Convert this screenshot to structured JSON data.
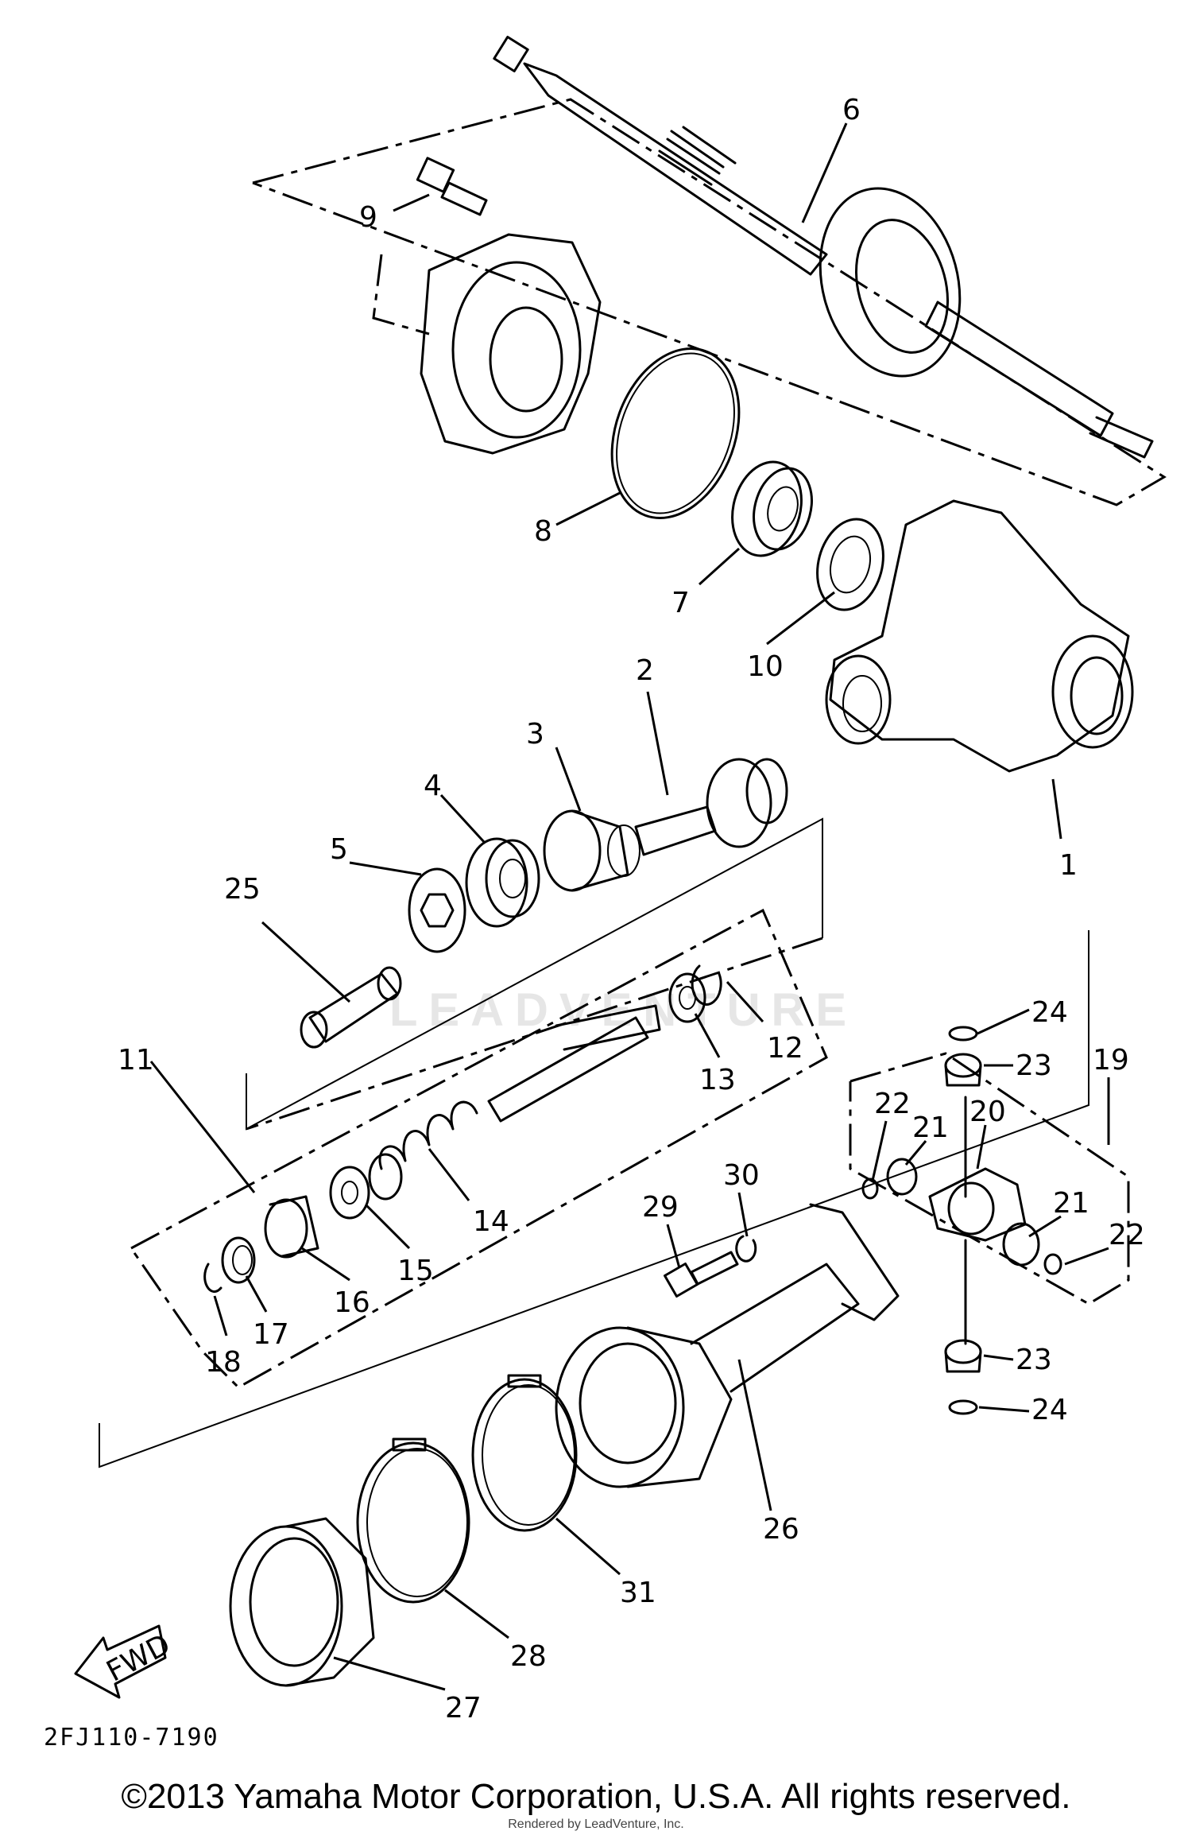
{
  "diagram": {
    "part_numbers": [
      "1",
      "2",
      "3",
      "4",
      "5",
      "6",
      "7",
      "8",
      "9",
      "10",
      "11",
      "12",
      "13",
      "14",
      "15",
      "16",
      "17",
      "18",
      "19",
      "20",
      "21",
      "21",
      "22",
      "22",
      "23",
      "23",
      "24",
      "24",
      "25",
      "26",
      "27",
      "28",
      "29",
      "30",
      "31"
    ],
    "fwd_label": "FWD",
    "diagram_code": "2FJ110-7190",
    "watermark": "LEADVENTURE"
  },
  "footer": {
    "copyright": "©2013 Yamaha Motor Corporation, U.S.A. All rights reserved.",
    "rendered_by": "Rendered by LeadVenture, Inc."
  }
}
